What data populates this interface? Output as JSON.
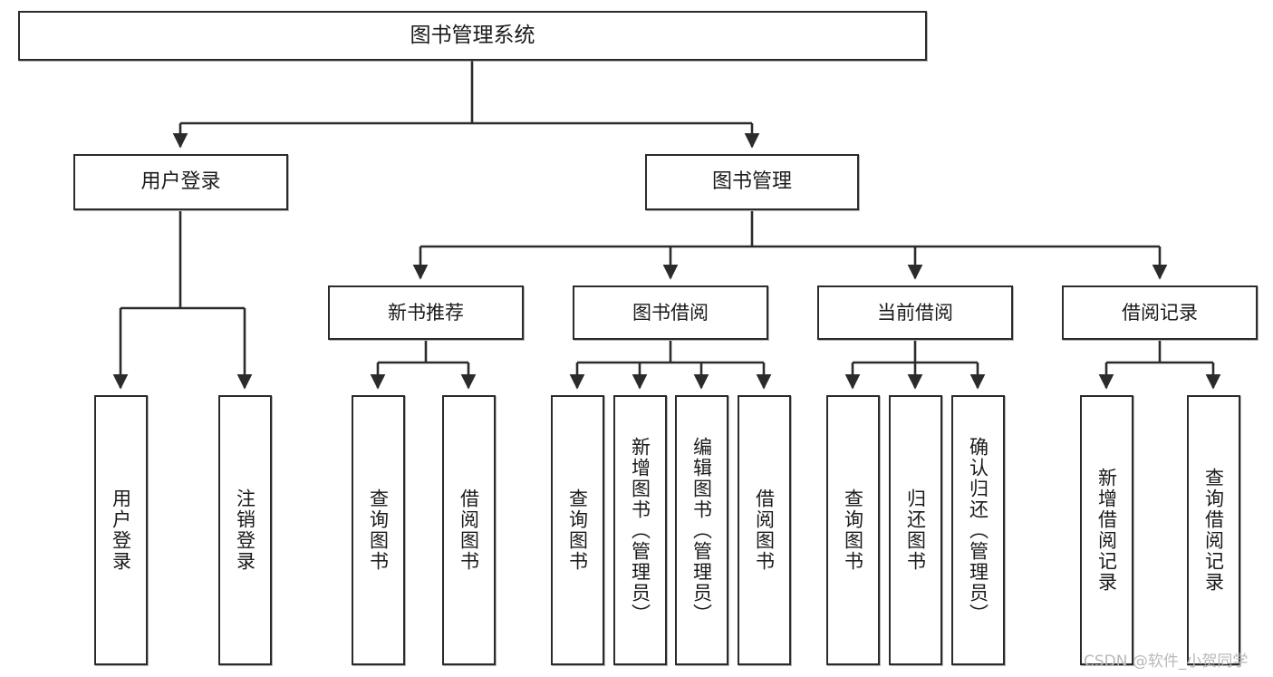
{
  "diagram": {
    "title": "图书管理系统",
    "type": "tree-hierarchy",
    "colors": {
      "box_border": "#2b2b2b",
      "box_fill": "#ffffff",
      "edge": "#2b2b2b",
      "watermark": "#b9b9b9",
      "background": "#ffffff"
    },
    "nodes": {
      "root": {
        "label": "图书管理系统"
      },
      "level1": [
        {
          "id": "user-login",
          "label": "用户登录"
        },
        {
          "id": "book-manage",
          "label": "图书管理"
        }
      ],
      "level2": [
        {
          "id": "new-book-recommend",
          "label": "新书推荐"
        },
        {
          "id": "book-borrow",
          "label": "图书借阅"
        },
        {
          "id": "current-borrow",
          "label": "当前借阅"
        },
        {
          "id": "borrow-record",
          "label": "借阅记录"
        }
      ],
      "leaves": [
        {
          "id": "leaf-user-login",
          "parent": "user-login",
          "label": "用户登录"
        },
        {
          "id": "leaf-user-logout",
          "parent": "user-login",
          "label": "注销登录"
        },
        {
          "id": "leaf-query-book-1",
          "parent": "new-book-recommend",
          "label": "查询图书"
        },
        {
          "id": "leaf-borrow-book-1",
          "parent": "new-book-recommend",
          "label": "借阅图书"
        },
        {
          "id": "leaf-query-book-2",
          "parent": "book-borrow",
          "label": "查询图书"
        },
        {
          "id": "leaf-add-book",
          "parent": "book-borrow",
          "label": "新增图书（管理员）"
        },
        {
          "id": "leaf-edit-book",
          "parent": "book-borrow",
          "label": "编辑图书（管理员）"
        },
        {
          "id": "leaf-borrow-book-2",
          "parent": "book-borrow",
          "label": "借阅图书"
        },
        {
          "id": "leaf-query-book-3",
          "parent": "current-borrow",
          "label": "查询图书"
        },
        {
          "id": "leaf-return-book",
          "parent": "current-borrow",
          "label": "归还图书"
        },
        {
          "id": "leaf-confirm-return",
          "parent": "current-borrow",
          "label": "确认归还（管理员）"
        },
        {
          "id": "leaf-add-record",
          "parent": "borrow-record",
          "label": "新增借阅记录"
        },
        {
          "id": "leaf-query-record",
          "parent": "borrow-record",
          "label": "查询借阅记录"
        }
      ]
    },
    "watermark": "CSDN @软件_小贺同学"
  }
}
